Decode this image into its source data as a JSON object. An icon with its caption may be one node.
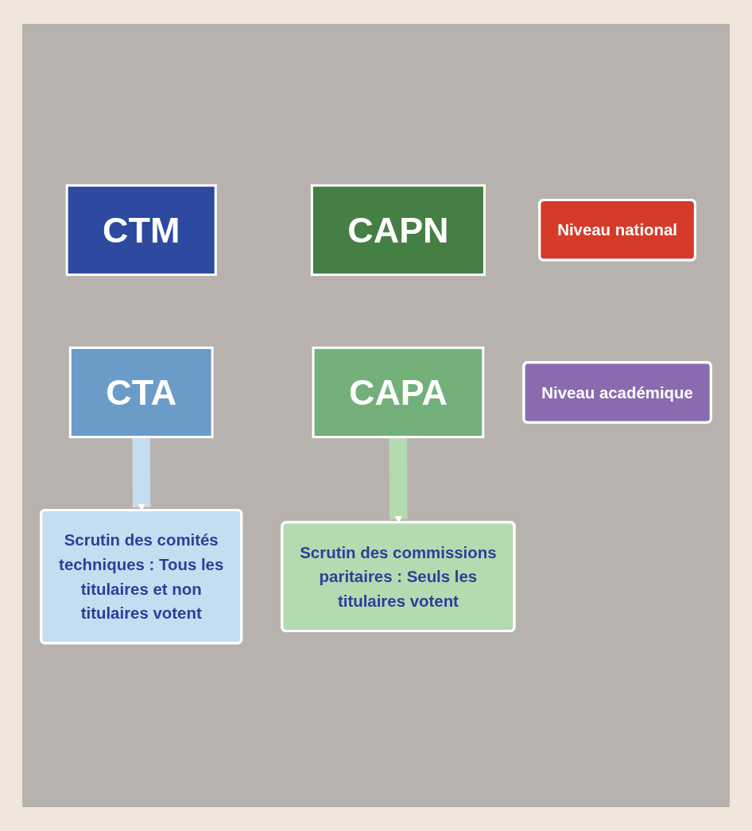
{
  "diagram": {
    "nodes": [
      {
        "text": [
          "CTM"
        ]
      },
      {
        "text": [
          "CAPN"
        ]
      },
      {
        "text": [
          "Niveau national"
        ]
      },
      {
        "text": [
          "CTA"
        ]
      },
      {
        "text": [
          "CAPA"
        ]
      },
      {
        "text": [
          "Niveau académique"
        ]
      },
      {
        "text": [
          "Scrutin des comités techniques : Tous les titulaires et non titulaires votent"
        ]
      },
      {
        "text": [
          "Scrutin des commissions paritaires : Seuls les titulaires votent"
        ]
      }
    ],
    "edges": [
      {
        "from": 3,
        "to": 6,
        "arrow": "to",
        "color": "#c5ddf0"
      },
      {
        "from": 4,
        "to": 7,
        "arrow": "to",
        "color": "#b3dab0"
      }
    ]
  }
}
